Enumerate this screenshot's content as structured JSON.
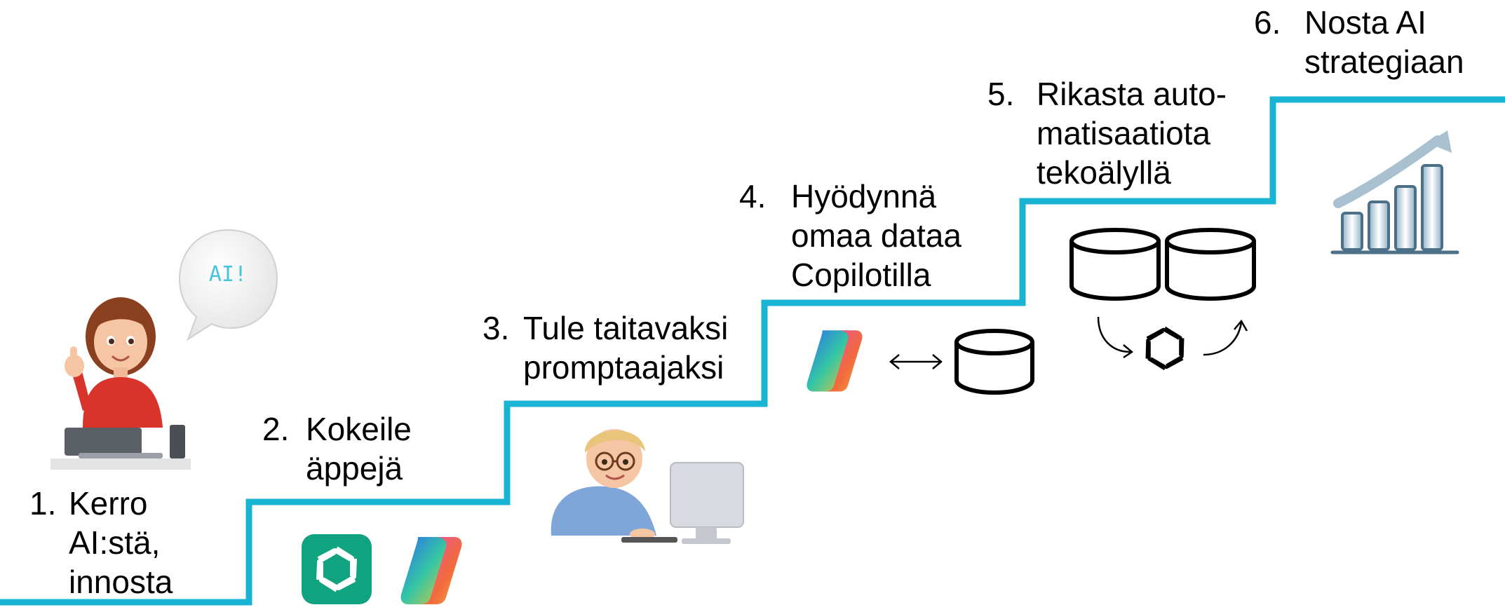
{
  "steps": [
    {
      "number": "1.",
      "text": "Kerro\nAI:stä,\ninnosta"
    },
    {
      "number": "2.",
      "text": "Kokeile\näppejä"
    },
    {
      "number": "3.",
      "text": "Tule taitavaksi\npromptaajaksi"
    },
    {
      "number": "4.",
      "text": "Hyödynnä\nomaa dataa\nCopilotilla"
    },
    {
      "number": "5.",
      "text": "Rikasta auto-\nmatisaatiota\ntekoälyllä"
    },
    {
      "number": "6.",
      "text": "Nosta AI\nstrategiaan"
    }
  ],
  "speech_bubble": {
    "text": "AI!"
  },
  "colors": {
    "stair_line": "#19b3d3",
    "bubble_text": "#46c3e0",
    "chatgpt_green": "#10a37f"
  },
  "icons": [
    "woman-presenter-illustration",
    "chatgpt-logo-icon",
    "copilot-logo-icon",
    "man-at-computer-illustration",
    "database-icon",
    "bidirectional-arrow-icon",
    "openai-logo-icon",
    "curved-arrow-icon",
    "growth-chart-icon"
  ]
}
